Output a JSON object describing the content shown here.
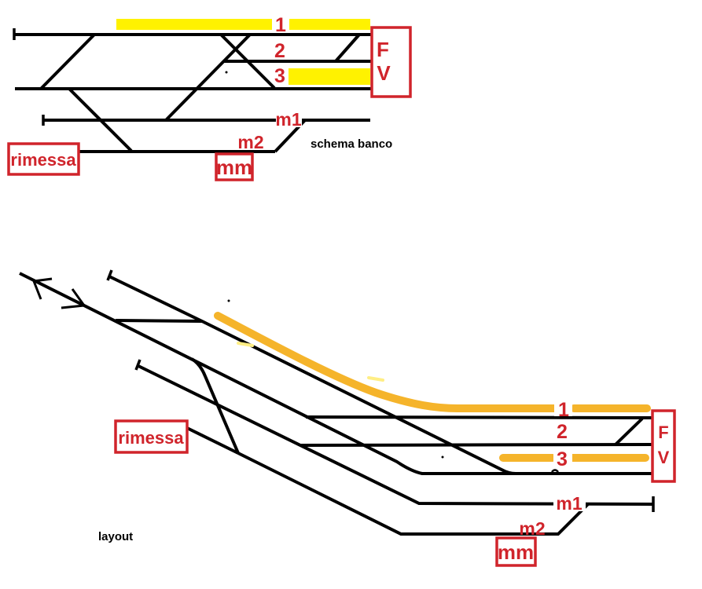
{
  "colors": {
    "line_black": "#000000",
    "label_red": "#d0242b",
    "highlight_yellow": "#fff200",
    "highlight_orange": "#f5b42b",
    "highlight_pale_yellow": "#ffee85",
    "background": "#ffffff"
  },
  "schema_banco": {
    "caption": "schema banco",
    "labels": {
      "track1": "1",
      "track2": "2",
      "track3": "3",
      "m1": "m1",
      "m2": "m2"
    },
    "fv": {
      "f": "F",
      "v": "V"
    },
    "rimessa": "rimessa",
    "mm": "mm"
  },
  "layout": {
    "caption": "layout",
    "labels": {
      "track1": "1",
      "track2": "2",
      "track3": "3",
      "m1": "m1",
      "m2": "m2"
    },
    "fv": {
      "f": "F",
      "v": "V"
    },
    "rimessa": "rimessa",
    "mm": "mm"
  }
}
